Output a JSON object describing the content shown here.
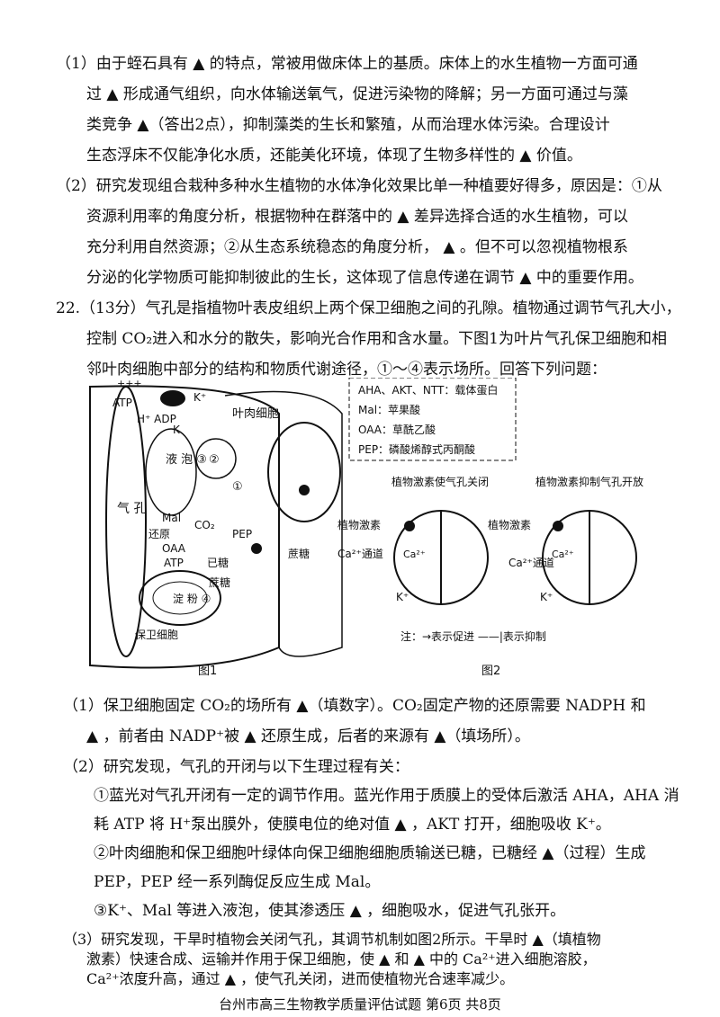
{
  "q21": {
    "p1_lines": [
      "（1）由于蛭石具有 ▲ 的特点，常被用做床体上的基质。床体上的水生植物一方面可通",
      "过 ▲ 形成通气组织，向水体输送氧气，促进污染物的降解；另一方面可通过与藻",
      "类竞争 ▲（答出2点），抑制藻类的生长和繁殖，从而治理水体污染。合理设计",
      "生态浮床不仅能净化水质，还能美化环境，体现了生物多样性的 ▲ 价值。"
    ],
    "p2_lines": [
      "（2）研究发现组合栽种多种水生植物的水体净化效果比单一种植要好得多，原因是：①从",
      "资源利用率的角度分析，根据物种在群落中的 ▲ 差异选择合适的水生植物，可以",
      "充分利用自然资源；②从生态系统稳态的角度分析， ▲ 。但不可以忽视植物根系",
      "分泌的化学物质可能抑制彼此的生长，这体现了信息传递在调节 ▲ 中的重要作用。"
    ]
  },
  "q22": {
    "intro_lines": [
      "22.（13分）气孔是指植物叶表皮组织上两个保卫细胞之间的孔隙。植物通过调节气孔大小，",
      "控制 CO₂进入和水分的散失，影响光合作用和含水量。下图1为叶片气孔保卫细胞和相",
      "邻叶肉细胞中部分的结构和物质代谢途径，①～④表示场所。回答下列问题："
    ],
    "legend": [
      "AHA、AKT、NTT：载体蛋白",
      "Mal：苹果酸",
      "OAA：草酰乙酸",
      "PEP：磷酸烯醇式丙酮酸"
    ],
    "fig1": {
      "caption": "图1",
      "labels": {
        "atp_top": "ATP",
        "hadp": "H⁺ ADP",
        "k_in": "K⁺",
        "k": "K",
        "mesophyll": "叶肉细胞",
        "vacuole": "液\n泡\n③",
        "stoma": "气\n孔",
        "mal": "Mal",
        "reduce": "还原",
        "oaa": "OAA",
        "co2": "CO₂",
        "pep": "PEP",
        "atp2": "ATP",
        "hexose": "已糖",
        "starch": "淀\n粉\n④",
        "sucrose1": "蔗糖",
        "sucrose2": "蔗糖",
        "guard": "保卫细胞",
        "c1": "①",
        "c2": "②",
        "plus": "+++"
      }
    },
    "fig2": {
      "caption": "图2",
      "title_left": "植物激素使气孔关闭",
      "title_right": "植物激素抑制气孔开放",
      "hormone": "植物激素",
      "ca_channel": "Ca²⁺通道",
      "ca": "Ca²⁺",
      "k": "K⁺",
      "note": "注：→表示促进 ——|表示抑制"
    },
    "q1_lines": [
      "（1）保卫细胞固定 CO₂的场所有 ▲（填数字）。CO₂固定产物的还原需要 NADPH 和",
      " ▲ ，前者由 NADP⁺被 ▲ 还原生成，后者的来源有 ▲（填场所）。"
    ],
    "q2_lines": [
      "（2）研究发现，气孔的开闭与以下生理过程有关：",
      "①蓝光对气孔开闭有一定的调节作用。蓝光作用于质膜上的受体后激活 AHA，AHA 消",
      "耗 ATP 将 H⁺泵出膜外，使膜电位的绝对值 ▲ ，AKT 打开，细胞吸收 K⁺。",
      "②叶肉细胞和保卫细胞叶绿体向保卫细胞细胞质输送已糖，已糖经 ▲（过程）生成",
      "PEP，PEP 经一系列酶促反应生成 Mal。",
      "③K⁺、Mal 等进入液泡，使其渗透压 ▲ ，细胞吸水，促进气孔张开。"
    ],
    "q3_lines": [
      "（3）研究发现，干旱时植物会关闭气孔，其调节机制如图2所示。干旱时 ▲（填植物",
      "激素）快速合成、运输并作用于保卫细胞，使 ▲ 和 ▲ 中的 Ca²⁺进入细胞溶胶，",
      "Ca²⁺浓度升高，通过 ▲ ，使气孔关闭，进而使植物光合速率减少。"
    ]
  },
  "footer": "台州市高三生物教学质量评估试题 第6页 共8页"
}
